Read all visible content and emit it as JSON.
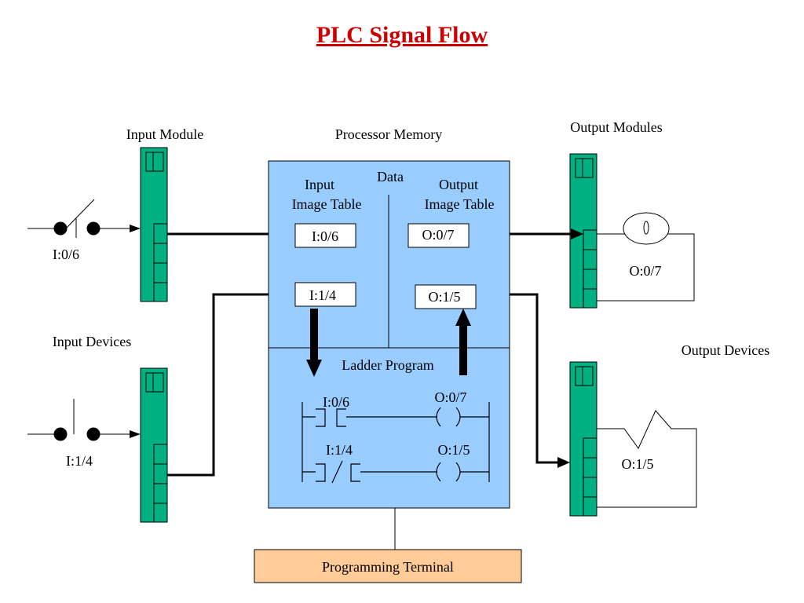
{
  "title": "PLC Signal Flow",
  "labels": {
    "input_module": "Input Module",
    "processor_memory": "Processor Memory",
    "output_modules": "Output Modules",
    "input_devices": "Input Devices",
    "output_devices": "Output Devices",
    "data": "Data",
    "input_image_table_line1": "Input",
    "input_image_table_line2": "Image Table",
    "output_image_table_line1": "Output",
    "output_image_table_line2": "Image Table",
    "ladder_program": "Ladder Program",
    "programming_terminal": "Programming Terminal"
  },
  "addresses": {
    "in_0_6": "I:0/6",
    "in_1_4": "I:1/4",
    "out_0_7": "O:0/7",
    "out_1_5": "O:1/5"
  },
  "colors": {
    "title": "#cc0000",
    "processor_fill": "#99ccff",
    "module_fill": "#00b080",
    "terminal_fill": "#ffcc99"
  }
}
